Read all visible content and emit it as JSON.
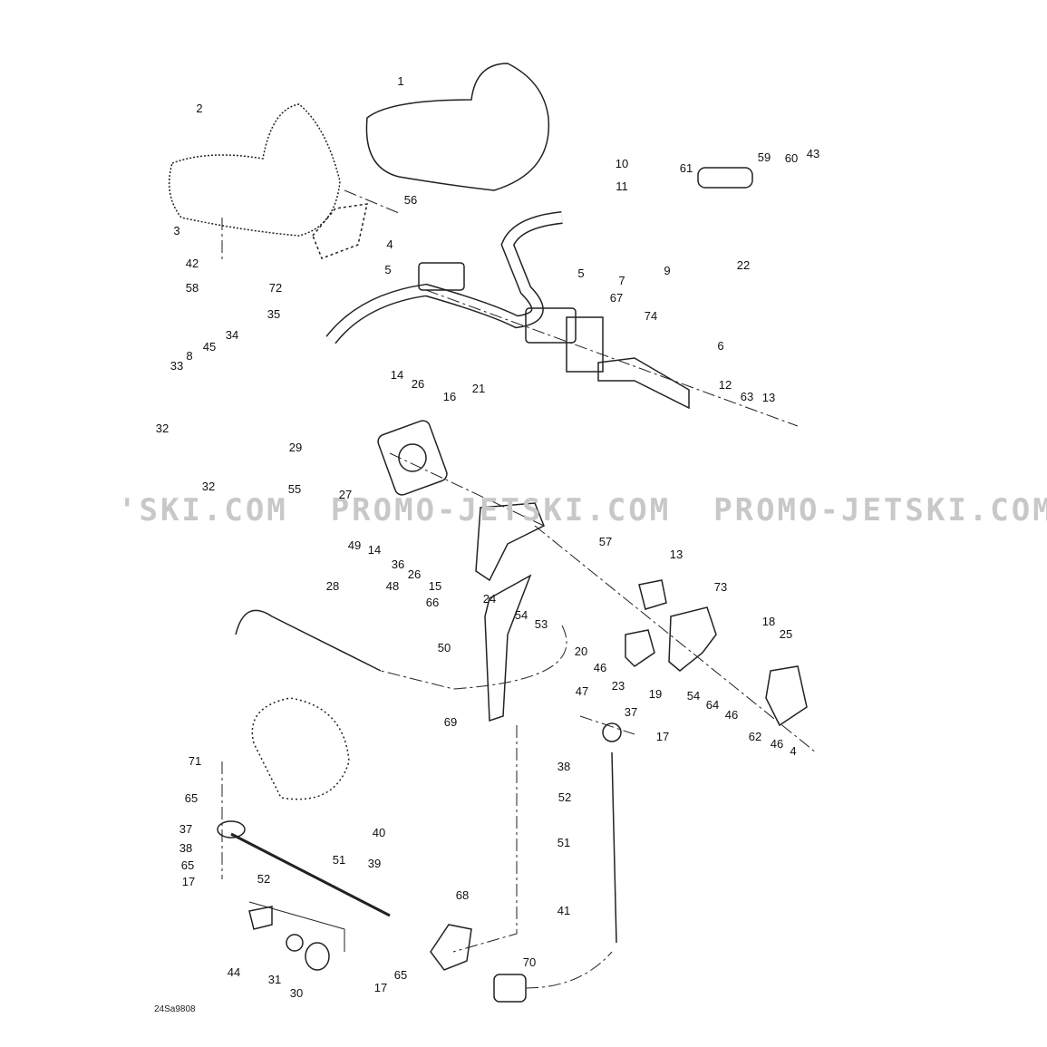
{
  "diagram": {
    "watermark": "'SKI.COM  PROMO-JETSKI.COM  PROMO-JETSKI.COM",
    "drawing_code": "24Sa9808",
    "callouts": [
      "1",
      "2",
      "3",
      "10",
      "11",
      "61",
      "59",
      "60",
      "43",
      "56",
      "4",
      "42",
      "58",
      "72",
      "5",
      "5",
      "7",
      "9",
      "22",
      "67",
      "74",
      "35",
      "34",
      "45",
      "8",
      "33",
      "21",
      "6",
      "12",
      "63",
      "13",
      "14",
      "26",
      "16",
      "32",
      "29",
      "55",
      "27",
      "32",
      "49",
      "14",
      "36",
      "26",
      "15",
      "24",
      "57",
      "13",
      "28",
      "48",
      "66",
      "54",
      "53",
      "73",
      "18",
      "25",
      "50",
      "20",
      "46",
      "23",
      "19",
      "54",
      "64",
      "46",
      "62",
      "46",
      "4",
      "47",
      "37",
      "17",
      "69",
      "71",
      "38",
      "52",
      "65",
      "37",
      "38",
      "40",
      "51",
      "39",
      "65",
      "17",
      "52",
      "51",
      "68",
      "41",
      "44",
      "31",
      "30",
      "70",
      "65",
      "17"
    ]
  }
}
